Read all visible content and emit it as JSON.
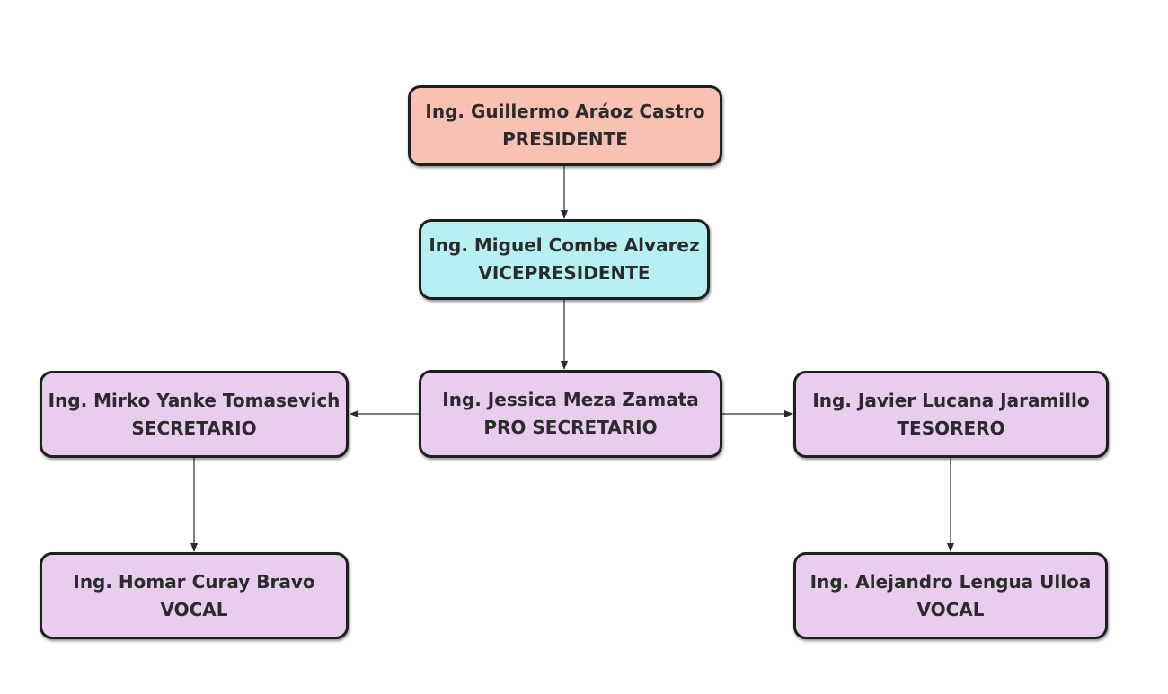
{
  "diagram": {
    "colors": {
      "president": "#f9c1b3",
      "vicepresident": "#b6f0f2",
      "member": "#e8cdee",
      "border": "#1f1f1f",
      "connector": "#2b2b2b"
    },
    "nodes": {
      "presidente": {
        "name": "Ing. Guillermo Aráoz Castro",
        "role": "PRESIDENTE"
      },
      "vicepresidente": {
        "name": "Ing. Miguel Combe Alvarez",
        "role": "VICEPRESIDENTE"
      },
      "secretario": {
        "name": "Ing. Mirko Yanke Tomasevich",
        "role": "SECRETARIO"
      },
      "prosecretario": {
        "name": "Ing. Jessica Meza Zamata",
        "role": "PRO SECRETARIO"
      },
      "tesorero": {
        "name": "Ing. Javier Lucana Jaramillo",
        "role": "TESORERO"
      },
      "vocal_left": {
        "name": "Ing. Homar Curay Bravo",
        "role": "VOCAL"
      },
      "vocal_right": {
        "name": "Ing. Alejandro Lengua Ulloa",
        "role": "VOCAL"
      }
    },
    "edges": [
      {
        "from": "presidente",
        "to": "vicepresidente"
      },
      {
        "from": "vicepresidente",
        "to": "prosecretario"
      },
      {
        "from": "prosecretario",
        "to": "secretario"
      },
      {
        "from": "prosecretario",
        "to": "tesorero"
      },
      {
        "from": "secretario",
        "to": "vocal_left"
      },
      {
        "from": "tesorero",
        "to": "vocal_right"
      }
    ]
  }
}
